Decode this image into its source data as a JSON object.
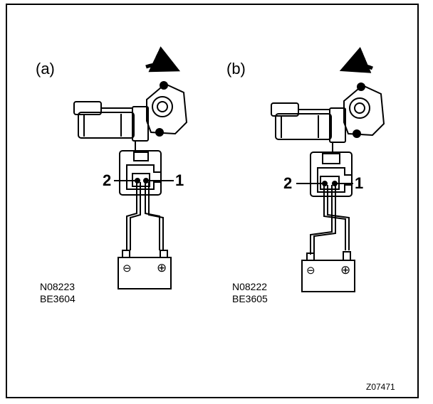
{
  "panels": [
    {
      "label": "(a)",
      "pin_left": "2",
      "pin_right": "1",
      "code_line1": "N08223",
      "code_line2": "BE3604",
      "rotation": "clockwise"
    },
    {
      "label": "(b)",
      "pin_left": "2",
      "pin_right": "1",
      "code_line1": "N08222",
      "code_line2": "BE3605",
      "rotation": "counterclockwise"
    }
  ],
  "battery_symbols": {
    "negative": "⊖",
    "positive": "⊕"
  },
  "figure_id": "Z07471"
}
